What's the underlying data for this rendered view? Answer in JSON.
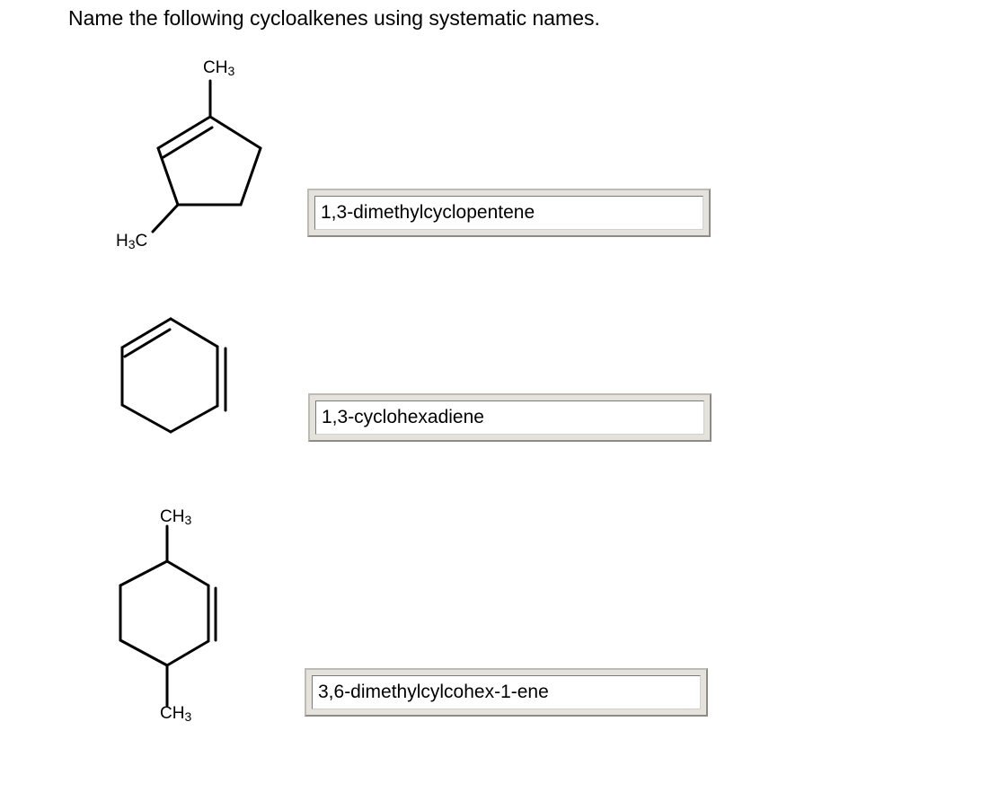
{
  "prompt": "Name the following cycloalkenes using systematic names.",
  "questions": [
    {
      "labels": {
        "top_methyl": "CH3",
        "left_methyl": "H3C"
      },
      "answer": "1,3-dimethylcyclopentene"
    },
    {
      "labels": {},
      "answer": "1,3-cyclohexadiene"
    },
    {
      "labels": {
        "top_methyl": "CH3",
        "bottom_methyl": "CH3"
      },
      "answer": "3,6-dimethylcylcohex-1-ene"
    }
  ]
}
